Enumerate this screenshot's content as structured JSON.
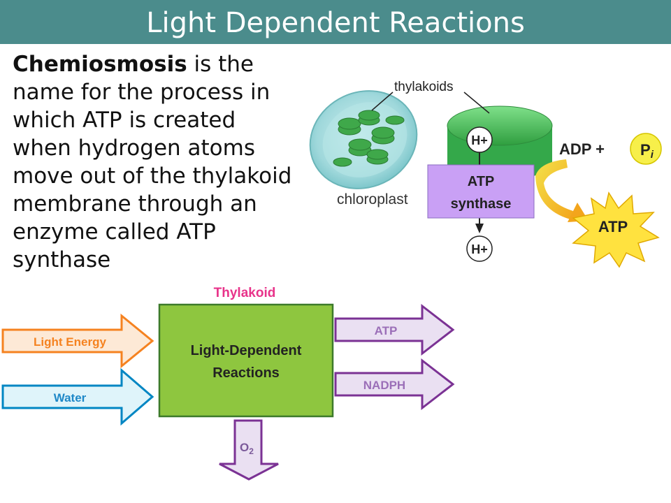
{
  "title": "Light Dependent Reactions",
  "intro": {
    "term": "Chemiosmosis",
    "rest": " is the name for the process in which ATP is created when hydrogen atoms move out of the thylakoid membrane through an enzyme called ATP synthase"
  },
  "top_diagram": {
    "thylakoids_label": "thylakoids",
    "chloroplast_label": "chloroplast",
    "h_top": "H+",
    "h_bottom": "H+",
    "atp_synthase_line1": "ATP",
    "atp_synthase_line2": "synthase",
    "adp_plus": "ADP +",
    "pi_main": "P",
    "pi_sub": "i",
    "atp_burst": "ATP"
  },
  "flow_diagram": {
    "location_label": "Thylakoid",
    "process_line1": "Light-Dependent",
    "process_line2": "Reactions",
    "inputs": [
      "Light Energy",
      "Water"
    ],
    "outputs": [
      "ATP",
      "NADPH"
    ],
    "byproduct_main": "O",
    "byproduct_sub": "2"
  },
  "colors": {
    "title_bar": "#4b8c8c",
    "thylakoid_label": "#e8338a",
    "process_box": "#8ec63f",
    "light_energy_arrow": "#f58220",
    "water_arrow": "#00a0d6",
    "output_arrow": "#7b3294",
    "atp_synthase": "#c9a0f5",
    "atp_burst": "#ffe23f"
  }
}
